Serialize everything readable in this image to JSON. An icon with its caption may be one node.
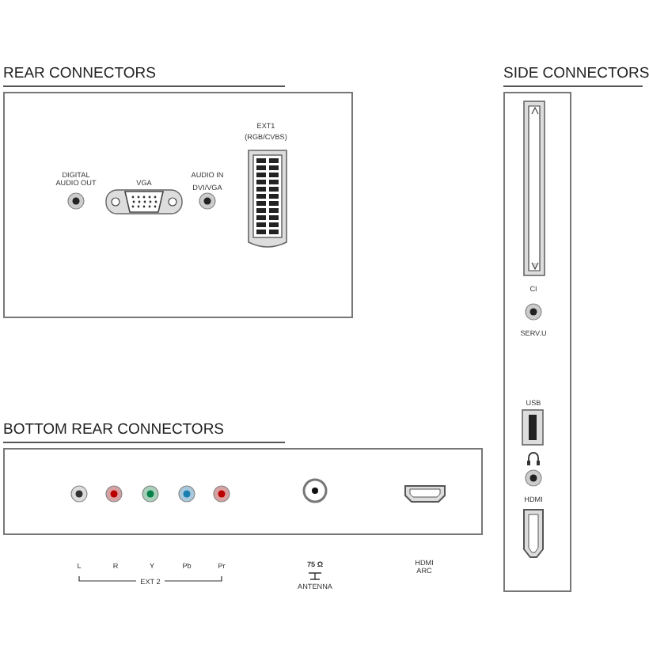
{
  "diagram": {
    "nodes": [
      {
        "text": [
          "REAR CONNECTORS"
        ]
      },
      {
        "text": [
          "BOTTOM REAR CONNECTORS"
        ]
      },
      {
        "text": [
          "SIDE CONNECTORS"
        ]
      }
    ],
    "labels": [
      "DIGITAL AUDIO OUT",
      "VGA",
      "AUDIO IN",
      "DVI/VGA",
      "EXT1",
      "(RGB/CVBS)",
      "L",
      "R",
      "Y",
      "Pb",
      "Pr",
      "EXT 2",
      "75 Ω",
      "ANTENNA",
      "HDMI ARC",
      "CI",
      "SERV.U",
      "USB",
      "HDMI"
    ]
  }
}
